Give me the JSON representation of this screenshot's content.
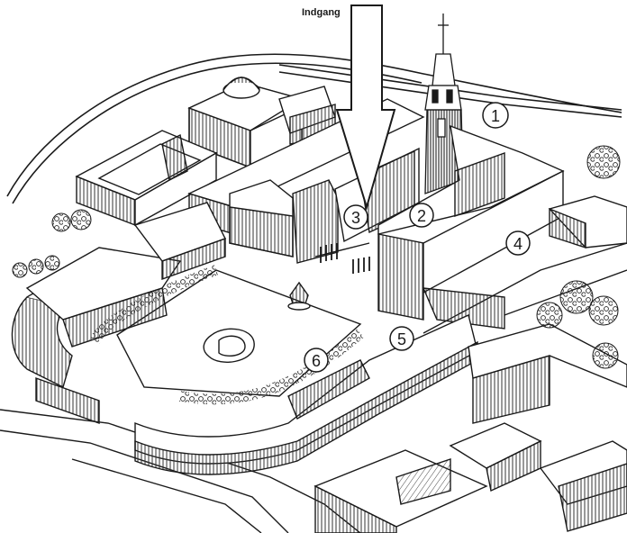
{
  "entrance_label": "Indgang",
  "markers": [
    "1",
    "2",
    "3",
    "4",
    "5",
    "6"
  ],
  "colors": {
    "ink": "#1a1a1a",
    "paper": "#ffffff",
    "hatch": "#3a3a3a"
  }
}
